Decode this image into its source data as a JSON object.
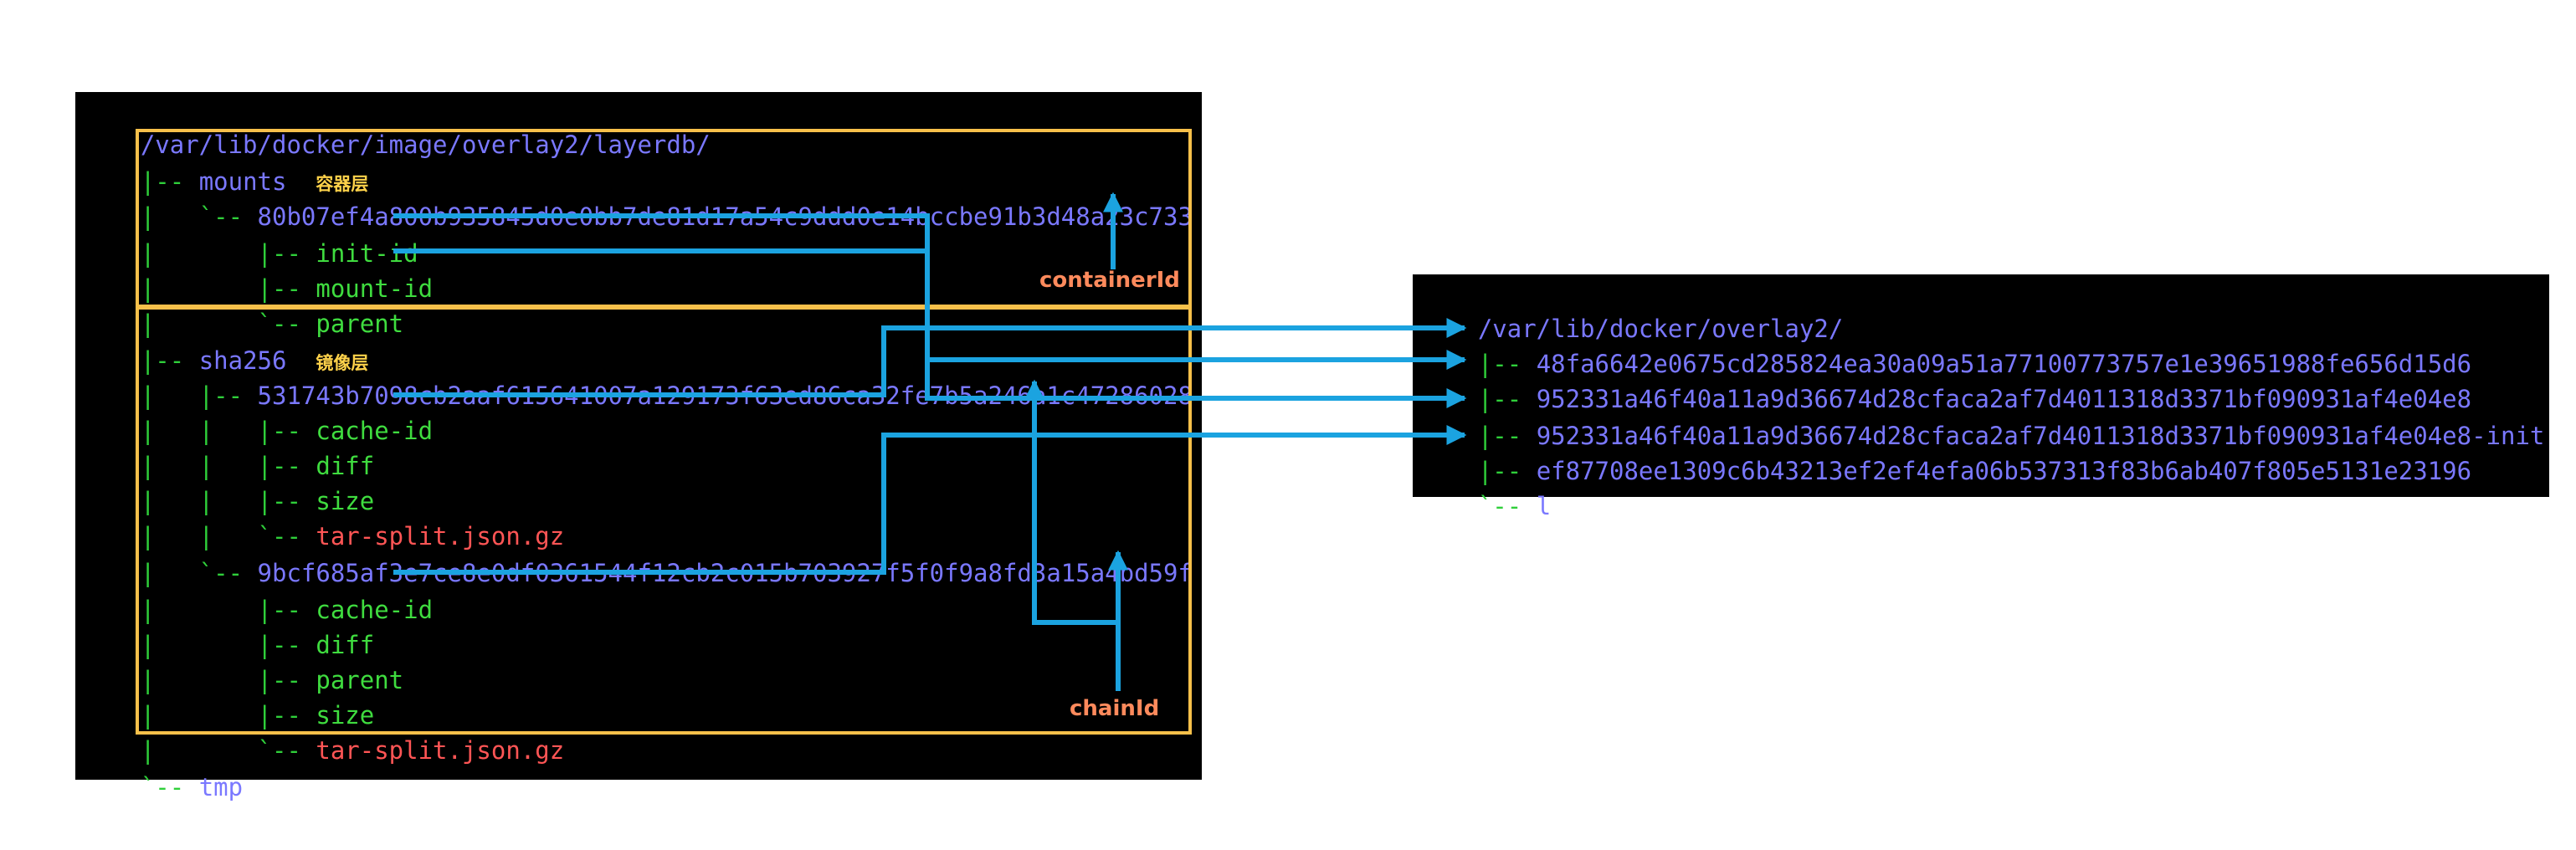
{
  "left_tree": {
    "root": "/var/lib/docker/image/overlay2/layerdb/",
    "mounts": {
      "prefix": "|-- ",
      "name": "mounts",
      "label": "容器层",
      "container_line": {
        "prefix": "|   `-- ",
        "id": "80b07ef4a800b935845d0e0bb7de81d17a54c9ddd0e14bccbe91b3d48a23c733"
      },
      "children": [
        {
          "prefix": "|       |-- ",
          "name": "init-id"
        },
        {
          "prefix": "|       |-- ",
          "name": "mount-id"
        },
        {
          "prefix": "|       `-- ",
          "name": "parent"
        }
      ],
      "annotation": "containerId"
    },
    "sha256": {
      "prefix": "|-- ",
      "name": "sha256",
      "label": "镜像层",
      "layer1": {
        "prefix": "|   |-- ",
        "id": "531743b7098cb2aaf615641007a129173f63ed86ca32fe7b5a246a1c47286028",
        "children": [
          {
            "prefix": "|   |   |-- ",
            "name": "cache-id"
          },
          {
            "prefix": "|   |   |-- ",
            "name": "diff"
          },
          {
            "prefix": "|   |   |-- ",
            "name": "size"
          },
          {
            "prefix": "|   |   `-- ",
            "name": "tar-split.json.gz"
          }
        ]
      },
      "layer2": {
        "prefix": "|   `-- ",
        "id": "9bcf685af3e7ce8e0df0361544f12cb2c015b703927f5f0f9a8fd3a15a4bd59f",
        "children": [
          {
            "prefix": "|       |-- ",
            "name": "cache-id"
          },
          {
            "prefix": "|       |-- ",
            "name": "diff"
          },
          {
            "prefix": "|       |-- ",
            "name": "parent"
          },
          {
            "prefix": "|       |-- ",
            "name": "size"
          },
          {
            "prefix": "|       `-- ",
            "name": "tar-split.json.gz"
          }
        ]
      },
      "annotation": "chainId"
    },
    "tmp": {
      "prefix": "`-- ",
      "name": "tmp"
    }
  },
  "right_tree": {
    "root": "/var/lib/docker/overlay2/",
    "entries": [
      {
        "prefix": "|-- ",
        "name": "48fa6642e0675cd285824ea30a09a51a77100773757e1e39651988fe656d15d6"
      },
      {
        "prefix": "|-- ",
        "name": "952331a46f40a11a9d36674d28cfaca2af7d4011318d3371bf090931af4e04e8"
      },
      {
        "prefix": "|-- ",
        "name": "952331a46f40a11a9d36674d28cfaca2af7d4011318d3371bf090931af4e04e8-init"
      },
      {
        "prefix": "|-- ",
        "name": "ef87708ee1309c6b43213ef2ef4efa06b537313f83b6ab407f805e5131e23196"
      },
      {
        "prefix": "`-- ",
        "name": "l"
      }
    ]
  },
  "colors": {
    "path": "#7a78ff",
    "tree": "#2fcf3a",
    "file": "#ff5555",
    "box": "#f7c04a",
    "arrow": "#1ba3e0",
    "annotation": "#ff8a5c",
    "label": "#ffd24a"
  }
}
